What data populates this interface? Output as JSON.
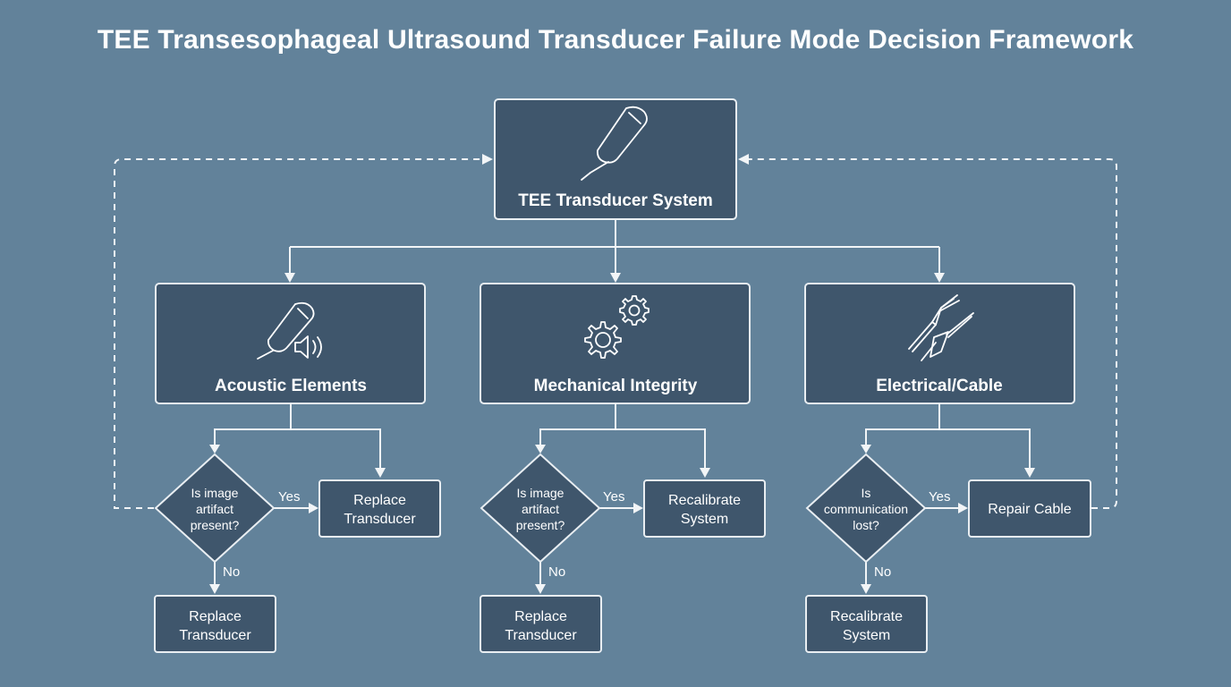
{
  "title": "TEE Transesophageal Ultrasound Transducer Failure Mode Decision Framework",
  "root": {
    "label": "TEE Transducer System",
    "icon": "ultrasound-probe-icon"
  },
  "branches": [
    {
      "label": "Acoustic Elements",
      "icon": "probe-sound-icon",
      "question": [
        "Is image",
        "artifact",
        "present?"
      ],
      "yes_label": "Yes",
      "no_label": "No",
      "yes_action": [
        "Replace",
        "Transducer"
      ],
      "no_action": [
        "Replace",
        "Transducer"
      ]
    },
    {
      "label": "Mechanical Integrity",
      "icon": "gears-icon",
      "question": [
        "Is image",
        "artifact",
        "present?"
      ],
      "yes_label": "Yes",
      "no_label": "No",
      "yes_action": [
        "Recalibrate",
        "System"
      ],
      "no_action": [
        "Replace",
        "Transducer"
      ]
    },
    {
      "label": "Electrical/Cable",
      "icon": "cable-icon",
      "question": [
        "Is",
        "communication",
        "lost?"
      ],
      "yes_label": "Yes",
      "no_label": "No",
      "yes_action": [
        "Repair Cable"
      ],
      "no_action": [
        "Recalibrate",
        "System"
      ]
    }
  ],
  "colors": {
    "background": "#62829a",
    "box_fill": "#3f566c",
    "stroke": "#e9eef2"
  }
}
